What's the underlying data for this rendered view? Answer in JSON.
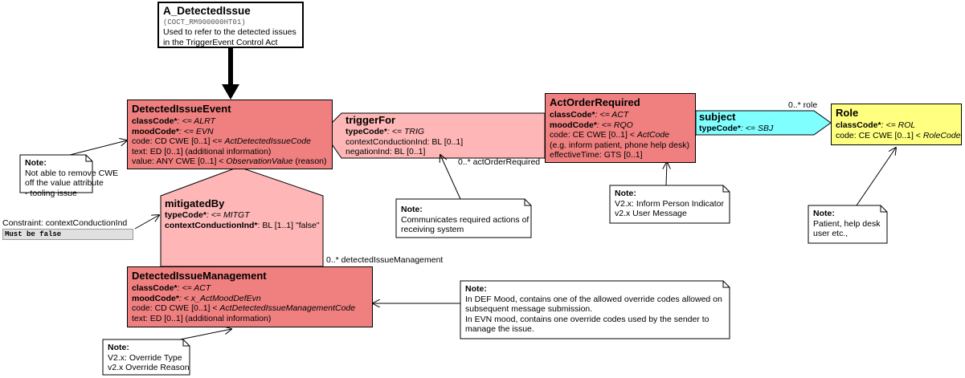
{
  "entry": {
    "title": "A_DetectedIssue",
    "code": "(COCT_RM900000HT01)",
    "desc1": "Used to refer to the detected issues",
    "desc2": "in the TriggerEvent Control Act"
  },
  "detected_issue_event": {
    "title": "DetectedIssueEvent",
    "classCode_label": "classCode*",
    "classCode_value": ": <= ALRT",
    "moodCode_label": "moodCode*",
    "moodCode_value": ": <= EVN",
    "code_text": "code: CD CWE [0..1] <= ",
    "code_value": "ActDetectedIssueCode",
    "text_line": "text: ED [0..1] (additional information)",
    "value_text": "value: ANY CWE [0..1] < ",
    "value_value": "ObservationValue",
    "value_tail": " (reason)"
  },
  "trigger_for": {
    "title": "triggerFor",
    "typeCode_label": "typeCode*",
    "typeCode_value": ": <= TRIG",
    "line2": "contextConductionInd: BL [0..1]",
    "line3": "negationInd: BL [0..1]",
    "cardinality": "0..* actOrderRequired"
  },
  "act_order_required": {
    "title": "ActOrderRequired",
    "classCode_label": "classCode*",
    "classCode_value": ": <= ACT",
    "moodCode_label": "moodCode*",
    "moodCode_value": ": <= RQO",
    "code_text": "code: CE CWE [0..1] < ",
    "code_value": "ActCode",
    "code_note": " (e.g. inform patient, phone help desk)",
    "effective": "effectiveTime: GTS [0..1]"
  },
  "subject": {
    "title": "subject",
    "typeCode_label": "typeCode*",
    "typeCode_value": ": <= SBJ",
    "cardinality": "0..* role"
  },
  "role": {
    "title": "Role",
    "classCode_label": "classCode*",
    "classCode_value": ": <= ROL",
    "code_text": "code: CE CWE [0..1] < ",
    "code_value": "RoleCode"
  },
  "mitigated_by": {
    "title": "mitigatedBy",
    "typeCode_label": "typeCode*",
    "typeCode_value": ": <= MITGT",
    "ccInd_label": "contextConductionInd*",
    "ccInd_value": ": BL [1..1] \"false\"",
    "cardinality": "0..* detectedIssueManagement"
  },
  "constraint": {
    "header": "Constraint: contextConductionInd",
    "body": "Must be false"
  },
  "detected_issue_management": {
    "title": "DetectedIssueManagement",
    "classCode_label": "classCode*",
    "classCode_value": ": <= ACT",
    "moodCode_label": "moodCode*",
    "moodCode_value": ": < x_ActMoodDefEvn",
    "code_text": "code: CD CWE [0..1] < ",
    "code_value": "ActDetectedIssueManagementCode",
    "text_line": "text: ED [0..1] (additional information)"
  },
  "notes": {
    "cwe": {
      "title": "Note:",
      "l1": "Not able to remove CWE",
      "l2": "off the value attribute",
      "l3": "- tooling issue"
    },
    "communicates": {
      "title": "Note:",
      "l1": "Communicates required actions of",
      "l2": "receiving system"
    },
    "inform": {
      "title": "Note:",
      "l1": "V2.x: Inform Person Indicator",
      "l2": "v2.x User Message"
    },
    "patient": {
      "title": "Note:",
      "l1": "Patient, help desk",
      "l2": "user etc.,"
    },
    "def_mood": {
      "title": "Note:",
      "l1": "In DEF Mood, contains  one of the allowed override codes allowed on",
      "l2": "subsequent message submission.",
      "l3": "In EVN mood, contains one  override  codes used by the sender to",
      "l4": "manage the issue."
    },
    "override": {
      "title": "Note:",
      "l1": "V2.x: Override Type",
      "l2": "v2.x Override Reason"
    }
  },
  "colors": {
    "act": "#f08080",
    "role": "#ffff80",
    "act_relationship": "#ffb6b6",
    "participation": "#80ffff",
    "note_bg": "#ffffff"
  }
}
